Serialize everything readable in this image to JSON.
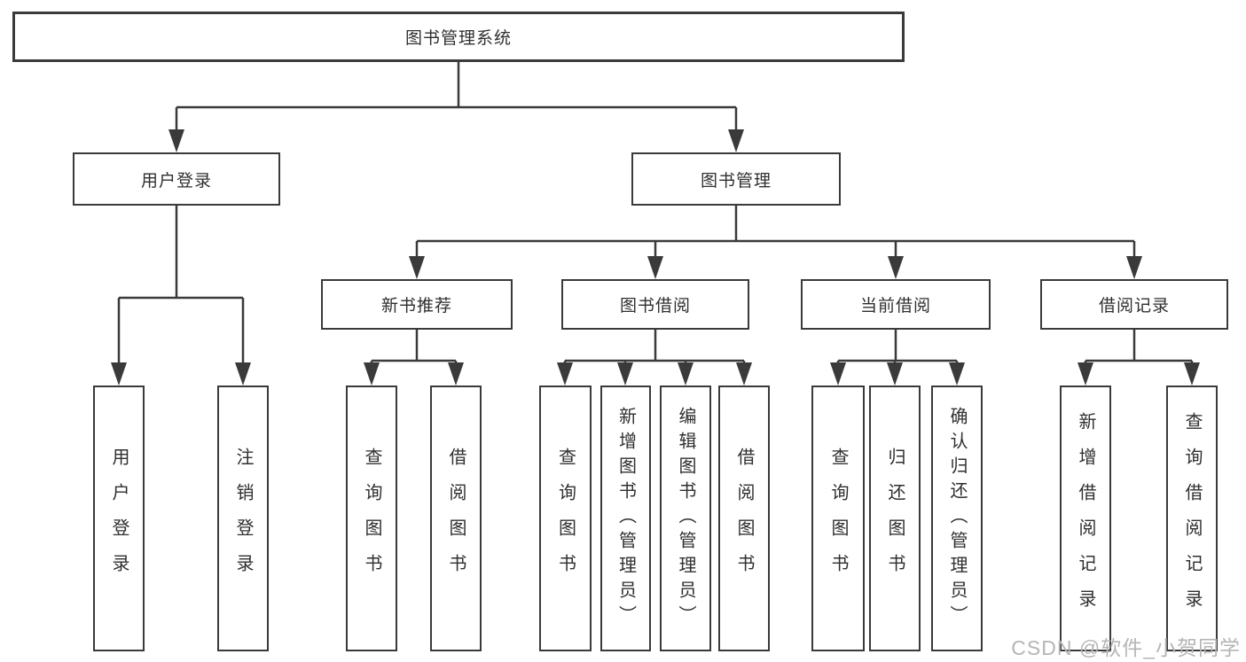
{
  "diagram": {
    "type": "tree",
    "title": "图书管理系统",
    "nodes": {
      "root": {
        "label": "图书管理系统"
      },
      "user_login": {
        "label": "用户登录"
      },
      "book_mgmt": {
        "label": "图书管理"
      },
      "new_book_rec": {
        "label": "新书推荐"
      },
      "book_borrow": {
        "label": "图书借阅"
      },
      "current_borrow": {
        "label": "当前借阅"
      },
      "borrow_records": {
        "label": "借阅记录"
      },
      "leaf_user_login": {
        "label": "用户登录"
      },
      "leaf_logout": {
        "label": "注销登录"
      },
      "leaf_query_books_rec": {
        "label": "查询图书"
      },
      "leaf_borrow_books_rec": {
        "label": "借阅图书"
      },
      "leaf_query_books_borrow": {
        "label": "查询图书"
      },
      "leaf_add_book": {
        "label": "新增图书（管理员）"
      },
      "leaf_edit_book": {
        "label": "编辑图书（管理员）"
      },
      "leaf_borrow_books_borrow": {
        "label": "借阅图书"
      },
      "leaf_query_books_current": {
        "label": "查询图书"
      },
      "leaf_return_book": {
        "label": "归还图书"
      },
      "leaf_confirm_return": {
        "label": "确认归还（管理员）"
      },
      "leaf_add_borrow_record": {
        "label": "新增借阅记录"
      },
      "leaf_query_borrow_record": {
        "label": "查询借阅记录"
      }
    },
    "edges": [
      {
        "from": "root",
        "to": [
          "user_login",
          "book_mgmt"
        ]
      },
      {
        "from": "user_login",
        "to": [
          "leaf_user_login",
          "leaf_logout"
        ]
      },
      {
        "from": "book_mgmt",
        "to": [
          "new_book_rec",
          "book_borrow",
          "current_borrow",
          "borrow_records"
        ]
      },
      {
        "from": "new_book_rec",
        "to": [
          "leaf_query_books_rec",
          "leaf_borrow_books_rec"
        ]
      },
      {
        "from": "book_borrow",
        "to": [
          "leaf_query_books_borrow",
          "leaf_add_book",
          "leaf_edit_book",
          "leaf_borrow_books_borrow"
        ]
      },
      {
        "from": "current_borrow",
        "to": [
          "leaf_query_books_current",
          "leaf_return_book",
          "leaf_confirm_return"
        ]
      },
      {
        "from": "borrow_records",
        "to": [
          "leaf_add_borrow_record",
          "leaf_query_borrow_record"
        ]
      }
    ]
  },
  "watermark": {
    "text": "CSDN @软件_小贺同学",
    "color": "#b5b5b5"
  },
  "colors": {
    "line": "#3a3a3a",
    "border": "#3a3a3a",
    "text": "#2f2f2f",
    "background": "#ffffff"
  }
}
